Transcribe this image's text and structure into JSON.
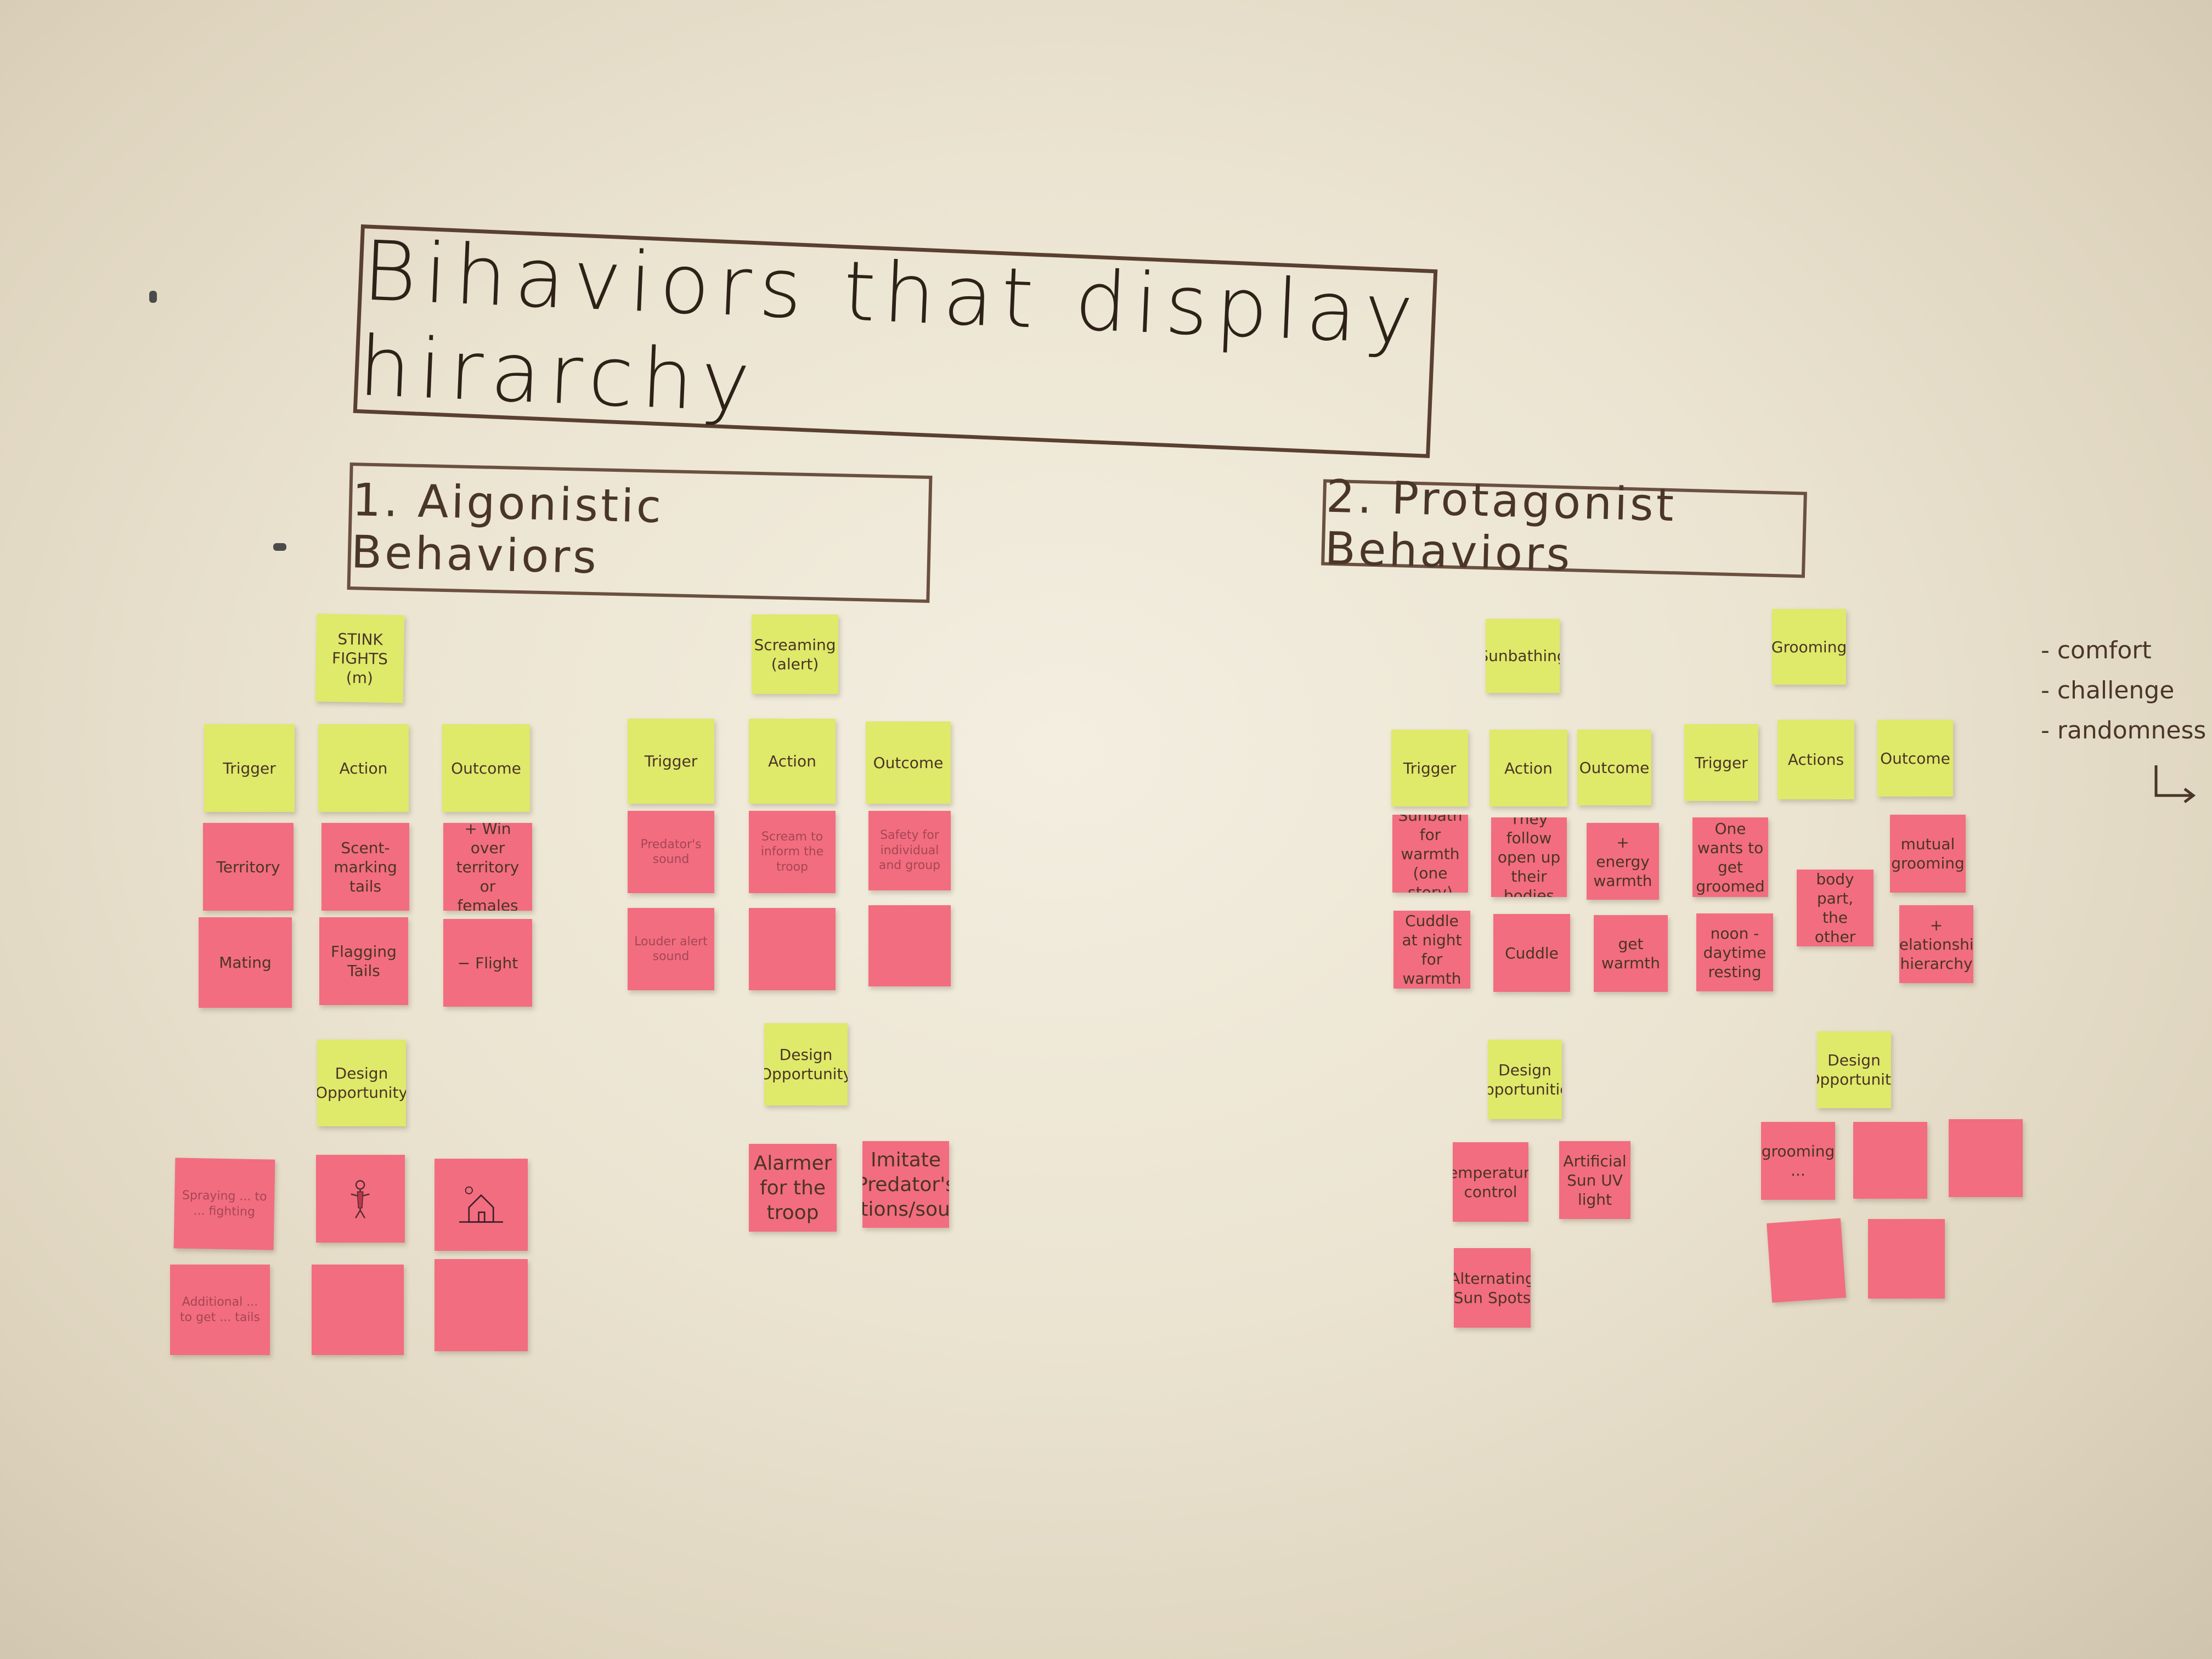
{
  "title": "Bihaviors that display hirarchy",
  "sections": {
    "agonistic": "1. Aigonistic Behaviors",
    "protagonist": "2. Protagonist Behaviors"
  },
  "side_notes": [
    "- comfort",
    "- challenge",
    "- randomness"
  ],
  "colors": {
    "yellow_sticky": "#dfe96a",
    "pink_sticky": "#f26d7f",
    "ink": "#3a2c22"
  },
  "stickies": [
    {
      "text": "STINK FIGHTS (m)",
      "color": "yellow"
    },
    {
      "text": "Trigger",
      "color": "yellow"
    },
    {
      "text": "Action",
      "color": "yellow"
    },
    {
      "text": "Outcome",
      "color": "yellow"
    },
    {
      "text": "Territory",
      "color": "pink"
    },
    {
      "text": "Scent-marking tails",
      "color": "pink"
    },
    {
      "text": "+ Win over territory or females",
      "color": "pink"
    },
    {
      "text": "Mating",
      "color": "pink"
    },
    {
      "text": "Flagging Tails",
      "color": "pink"
    },
    {
      "text": "− Flight",
      "color": "pink"
    },
    {
      "text": "Design Opportunity",
      "color": "yellow"
    },
    {
      "text": "Spraying ... to ... fighting",
      "color": "pink"
    },
    {
      "text": "",
      "color": "pink",
      "icon": "figure-doodle-icon"
    },
    {
      "text": "",
      "color": "pink",
      "icon": "house-doodle-icon"
    },
    {
      "text": "Additional ... to get ... tails",
      "color": "pink"
    },
    {
      "text": "",
      "color": "pink"
    },
    {
      "text": "",
      "color": "pink"
    },
    {
      "text": "Screaming (alert)",
      "color": "yellow"
    },
    {
      "text": "Trigger",
      "color": "yellow"
    },
    {
      "text": "Action",
      "color": "yellow"
    },
    {
      "text": "Outcome",
      "color": "yellow"
    },
    {
      "text": "Predator's sound",
      "color": "pink"
    },
    {
      "text": "Scream to inform the troop",
      "color": "pink"
    },
    {
      "text": "Safety for individual and group",
      "color": "pink"
    },
    {
      "text": "Louder alert sound",
      "color": "pink"
    },
    {
      "text": "",
      "color": "pink"
    },
    {
      "text": "",
      "color": "pink"
    },
    {
      "text": "Design Opportunity",
      "color": "yellow"
    },
    {
      "text": "Alarmer for the troop",
      "color": "pink"
    },
    {
      "text": "Imitate Predator's Actions/sound",
      "color": "pink"
    },
    {
      "text": "Sunbathing",
      "color": "yellow"
    },
    {
      "text": "Trigger",
      "color": "yellow"
    },
    {
      "text": "Action",
      "color": "yellow"
    },
    {
      "text": "Outcome",
      "color": "yellow"
    },
    {
      "text": "Sunbath for warmth (one story)",
      "color": "pink"
    },
    {
      "text": "They follow open up their bodies",
      "color": "pink"
    },
    {
      "text": "+ energy warmth",
      "color": "pink"
    },
    {
      "text": "Cuddle at night for warmth",
      "color": "pink"
    },
    {
      "text": "Cuddle",
      "color": "pink"
    },
    {
      "text": "get warmth",
      "color": "pink"
    },
    {
      "text": "Grooming",
      "color": "yellow"
    },
    {
      "text": "Trigger",
      "color": "yellow"
    },
    {
      "text": "Actions",
      "color": "yellow"
    },
    {
      "text": "Outcome",
      "color": "yellow"
    },
    {
      "text": "One wants to get groomed",
      "color": "pink"
    },
    {
      "text": "mutual grooming",
      "color": "pink"
    },
    {
      "text": "One shows a body part, the other licks & grooms",
      "color": "pink"
    },
    {
      "text": "noon - daytime resting",
      "color": "pink"
    },
    {
      "text": "+ Relationship hierarchy",
      "color": "pink"
    },
    {
      "text": "Design Opportunities",
      "color": "yellow"
    },
    {
      "text": "temperature control",
      "color": "pink"
    },
    {
      "text": "Artificial Sun UV light",
      "color": "pink"
    },
    {
      "text": "Alternating Sun Spots",
      "color": "pink"
    },
    {
      "text": "Design Opportunity",
      "color": "yellow"
    },
    {
      "text": "grooming ...",
      "color": "pink"
    },
    {
      "text": "",
      "color": "pink"
    },
    {
      "text": "",
      "color": "pink"
    },
    {
      "text": "",
      "color": "pink"
    },
    {
      "text": "",
      "color": "pink"
    }
  ]
}
